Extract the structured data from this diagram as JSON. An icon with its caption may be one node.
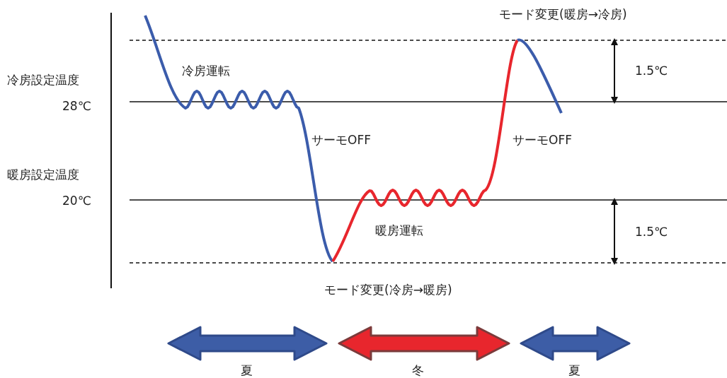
{
  "diagram": {
    "labels": [
      "モード変更(暖房→冷房)",
      "冷房設定温度",
      "28℃",
      "冷房運転",
      "1.5℃",
      "サーモOFF",
      "サーモOFF",
      "暖房設定温度",
      "20℃",
      "暖房運転",
      "1.5℃",
      "モード変更(冷房→暖房)",
      "夏",
      "冬",
      "夏"
    ]
  }
}
